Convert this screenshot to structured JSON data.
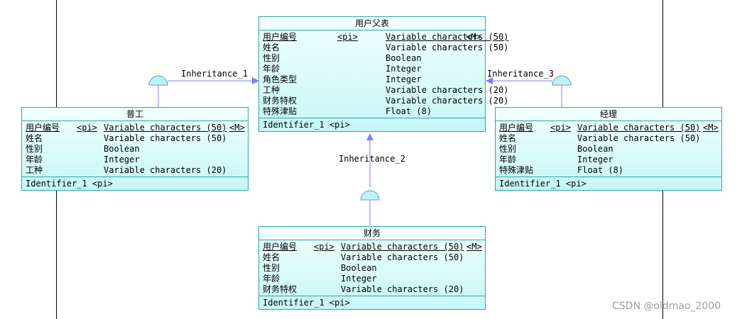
{
  "entities": {
    "parent": {
      "title": "用户父表",
      "rows": [
        {
          "name": "用户编号",
          "key": "<pi>",
          "type": "Variable characters (50)",
          "flag": "<M>"
        },
        {
          "name": "姓名",
          "key": "",
          "type": "Variable characters (50)",
          "flag": ""
        },
        {
          "name": "性别",
          "key": "",
          "type": "Boolean",
          "flag": ""
        },
        {
          "name": "年龄",
          "key": "",
          "type": "Integer",
          "flag": ""
        },
        {
          "name": "角色类型",
          "key": "",
          "type": "Integer",
          "flag": ""
        },
        {
          "name": "工种",
          "key": "",
          "type": "Variable characters (20)",
          "flag": ""
        },
        {
          "name": "财务特权",
          "key": "",
          "type": "Variable characters (20)",
          "flag": ""
        },
        {
          "name": "特殊津贴",
          "key": "",
          "type": "Float (8)",
          "flag": ""
        }
      ],
      "identifier": "Identifier_1  <pi>"
    },
    "worker": {
      "title": "普工",
      "rows": [
        {
          "name": "用户编号",
          "key": "<pi>",
          "type": "Variable characters (50)",
          "flag": "<M>"
        },
        {
          "name": "姓名",
          "key": "",
          "type": "Variable characters (50)",
          "flag": ""
        },
        {
          "name": "性别",
          "key": "",
          "type": "Boolean",
          "flag": ""
        },
        {
          "name": "年龄",
          "key": "",
          "type": "Integer",
          "flag": ""
        },
        {
          "name": "工种",
          "key": "",
          "type": "Variable characters (20)",
          "flag": ""
        }
      ],
      "identifier": "Identifier_1  <pi>"
    },
    "manager": {
      "title": "经理",
      "rows": [
        {
          "name": "用户编号",
          "key": "<pi>",
          "type": "Variable characters (50)",
          "flag": "<M>"
        },
        {
          "name": "姓名",
          "key": "",
          "type": "Variable characters (50)",
          "flag": ""
        },
        {
          "name": "性别",
          "key": "",
          "type": "Boolean",
          "flag": ""
        },
        {
          "name": "年龄",
          "key": "",
          "type": "Integer",
          "flag": ""
        },
        {
          "name": "特殊津贴",
          "key": "",
          "type": "Float (8)",
          "flag": ""
        }
      ],
      "identifier": "Identifier_1  <pi>"
    },
    "finance": {
      "title": "财务",
      "rows": [
        {
          "name": "用户编号",
          "key": "<pi>",
          "type": "Variable characters (50)",
          "flag": "<M>"
        },
        {
          "name": "姓名",
          "key": "",
          "type": "Variable characters (50)",
          "flag": ""
        },
        {
          "name": "性别",
          "key": "",
          "type": "Boolean",
          "flag": ""
        },
        {
          "name": "年龄",
          "key": "",
          "type": "Integer",
          "flag": ""
        },
        {
          "name": "财务特权",
          "key": "",
          "type": "Variable characters (20)",
          "flag": ""
        }
      ],
      "identifier": "Identifier_1  <pi>"
    }
  },
  "inheritances": {
    "i1": "Inheritance_1",
    "i2": "Inheritance_2",
    "i3": "Inheritance_3"
  },
  "colors": {
    "entity_border": "#2aa7a7",
    "entity_fill_top": "#f3ffff",
    "entity_fill_bottom": "#c6f6f6",
    "link": "#7b7bff",
    "symbol_fill": "#bff3f3"
  },
  "watermark": "CSDN @oldmao_2000"
}
